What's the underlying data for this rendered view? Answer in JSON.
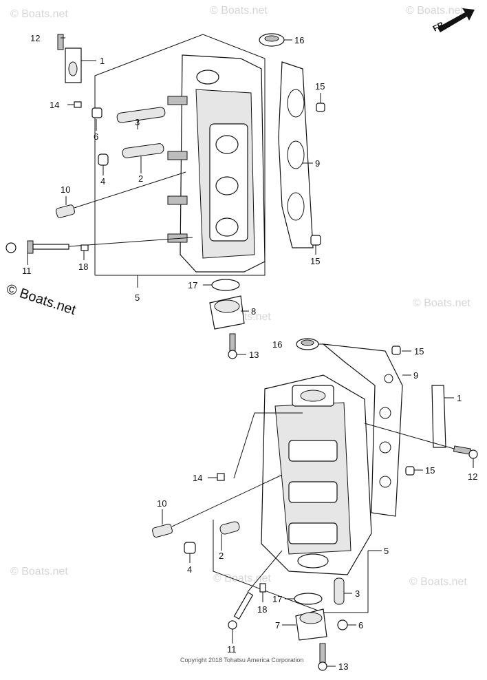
{
  "watermark_text": "© Boats.net",
  "copyright": "Copyright 2018 Tohatsu America Corporation",
  "front_indicator": "FR.",
  "callouts": {
    "top": [
      "1",
      "2",
      "3",
      "4",
      "5",
      "6",
      "8",
      "9",
      "10",
      "11",
      "12",
      "13",
      "14",
      "15",
      "15",
      "16",
      "17",
      "18"
    ],
    "bottom": [
      "1",
      "2",
      "3",
      "4",
      "5",
      "6",
      "7",
      "9",
      "10",
      "11",
      "12",
      "13",
      "14",
      "15",
      "15",
      "16",
      "17",
      "18"
    ]
  },
  "labels": {
    "t12": "12",
    "t1": "1",
    "t16": "16",
    "t15a": "15",
    "t14": "14",
    "t3": "3",
    "t6": "6",
    "t9": "9",
    "t4": "4",
    "t2": "2",
    "t10": "10",
    "t11": "11",
    "t18": "18",
    "t15b": "15",
    "t5": "5",
    "t17": "17",
    "t8": "8",
    "t13": "13",
    "b16": "16",
    "b15a": "15",
    "b9": "9",
    "b1": "1",
    "b15b": "15",
    "b12": "12",
    "b14": "14",
    "b10": "10",
    "b2": "2",
    "b4": "4",
    "b5": "5",
    "b3": "3",
    "b17": "17",
    "b18": "18",
    "b7": "7",
    "b6": "6",
    "b11": "11",
    "b13": "13"
  }
}
